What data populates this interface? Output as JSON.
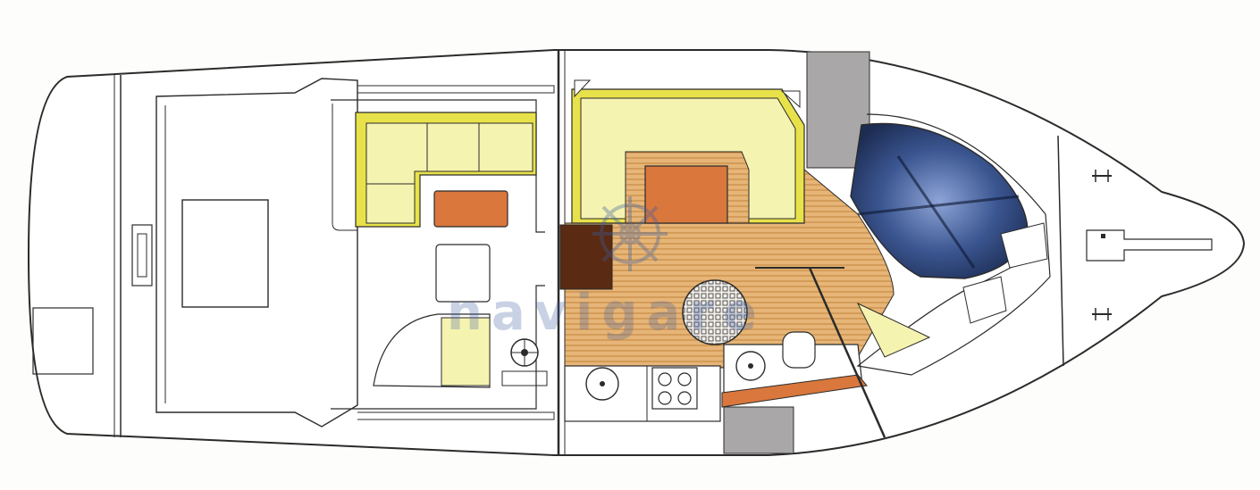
{
  "diagram": {
    "kind": "boat deck plan",
    "watermark": {
      "text": "navigare"
    },
    "colors": {
      "hull_outline": "#2b2b2b",
      "seat_cushion": "#f5f3b0",
      "seat_trim": "#e8e24a",
      "teak_floor": "#e3b071",
      "table": "#d9773d",
      "dark_wood": "#5a2a12",
      "grey_panel": "#a9a7a8",
      "berth": "#243d6e",
      "watermark": "#3c5fa0"
    },
    "areas": [
      {
        "id": "swim-platform"
      },
      {
        "id": "cockpit"
      },
      {
        "id": "cockpit-settee"
      },
      {
        "id": "cockpit-table"
      },
      {
        "id": "helm-seat"
      },
      {
        "id": "steering-wheel"
      },
      {
        "id": "saloon-dinette"
      },
      {
        "id": "saloon-table"
      },
      {
        "id": "galley-sink"
      },
      {
        "id": "galley-stove"
      },
      {
        "id": "head-sink"
      },
      {
        "id": "head-toilet"
      },
      {
        "id": "forward-berth"
      },
      {
        "id": "bow-cleat-starboard"
      },
      {
        "id": "bow-cleat-port"
      },
      {
        "id": "anchor-locker"
      }
    ]
  }
}
